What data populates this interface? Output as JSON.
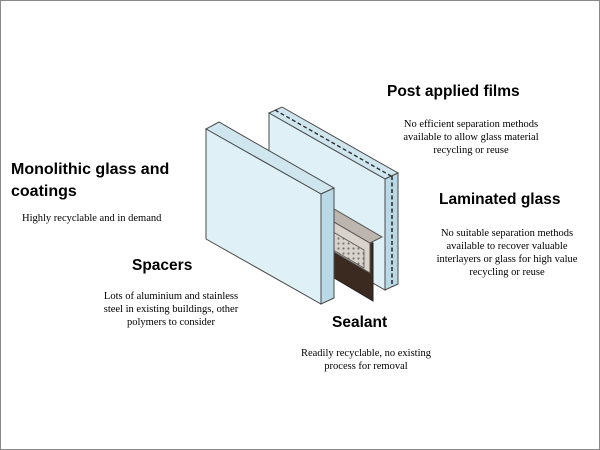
{
  "sections": {
    "post_films": {
      "title": "Post applied films",
      "lines": [
        "No efficient separation methods",
        "available to allow glass material",
        "recycling  or reuse"
      ]
    },
    "monolithic": {
      "title_lines": [
        "Monolithic glass and",
        "coatings"
      ],
      "lines": [
        "Highly recyclable and in demand"
      ]
    },
    "laminated": {
      "title": "Laminated glass",
      "lines": [
        "No suitable separation methods",
        "available to recover valuable",
        "interlayers  or glass for high value",
        "recycling  or reuse"
      ]
    },
    "spacers": {
      "title": "Spacers",
      "lines": [
        "Lots of aluminium and stainless",
        "steel in existing buildings, other",
        "polymers to consider"
      ]
    },
    "sealant": {
      "title": "Sealant",
      "lines": [
        "Readily recyclable, no existing",
        "process for removal"
      ]
    }
  },
  "colors": {
    "glass_face": "#dff0f6",
    "glass_edge": "#b9d9e6",
    "glass_outline": "#4a4a4a",
    "sealant": "#3a2a20",
    "spacer": "#d9d3cc"
  }
}
